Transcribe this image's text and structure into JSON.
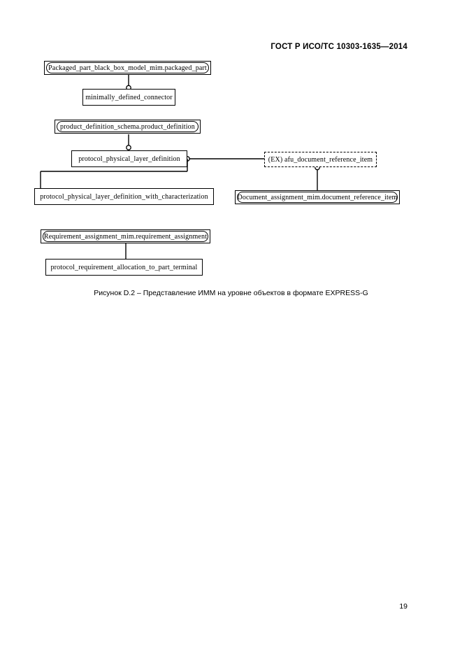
{
  "document": {
    "header_standard": "ГОСТ Р ИСО/ТС 10303-1635—2014",
    "page_number": "19",
    "caption": "Рисунок D.2 –  Представление ИММ на уровне объектов в формате EXPRESS-G"
  },
  "diagram": {
    "type": "EXPRESS-G object level diagram",
    "nodes": [
      {
        "id": "packaged-part-black-box-model-mim",
        "label": "Packaged_part_black_box_model_mim.packaged_part",
        "style": "schema-capsule"
      },
      {
        "id": "minimally-defined-connector",
        "label": "minimally_defined_connector",
        "style": "rectangle"
      },
      {
        "id": "product-definition-schema",
        "label": "product_definition_schema.product_definition",
        "style": "schema-capsule"
      },
      {
        "id": "protocol-physical-layer-definition",
        "label": "protocol_physical_layer_definition",
        "style": "rectangle"
      },
      {
        "id": "afu-document-reference-item",
        "label": "(EX) afu_document_reference_item",
        "style": "dashed-rectangle"
      },
      {
        "id": "protocol-physical-layer-definition-with-characterization",
        "label": "protocol_physical_layer_definition_with_characterization",
        "style": "rectangle"
      },
      {
        "id": "document-assignment-mim",
        "label": "Document_assignment_mim.document_reference_item",
        "style": "schema-capsule"
      },
      {
        "id": "requirement-assignment-mim",
        "label": "Requirement_assignment_mim.requirement_assignment",
        "style": "schema-capsule"
      },
      {
        "id": "protocol-requirement-allocation-to-part-terminal",
        "label": "protocol_requirement_allocation_to_part_terminal",
        "style": "rectangle"
      }
    ],
    "edges": [
      {
        "from": "packaged-part-black-box-model-mim",
        "to": "minimally-defined-connector",
        "marker": "circle-at-target"
      },
      {
        "from": "product-definition-schema",
        "to": "protocol-physical-layer-definition",
        "marker": "circle-at-target"
      },
      {
        "from": "protocol-physical-layer-definition",
        "to": "afu-document-reference-item",
        "marker": "circle-at-source"
      },
      {
        "from": "protocol-physical-layer-definition",
        "to": "protocol-physical-layer-definition-with-characterization",
        "marker": "none"
      },
      {
        "from": "afu-document-reference-item",
        "to": "document-assignment-mim",
        "marker": "circle-at-source"
      },
      {
        "from": "requirement-assignment-mim",
        "to": "protocol-requirement-allocation-to-part-terminal",
        "marker": "none"
      }
    ]
  }
}
